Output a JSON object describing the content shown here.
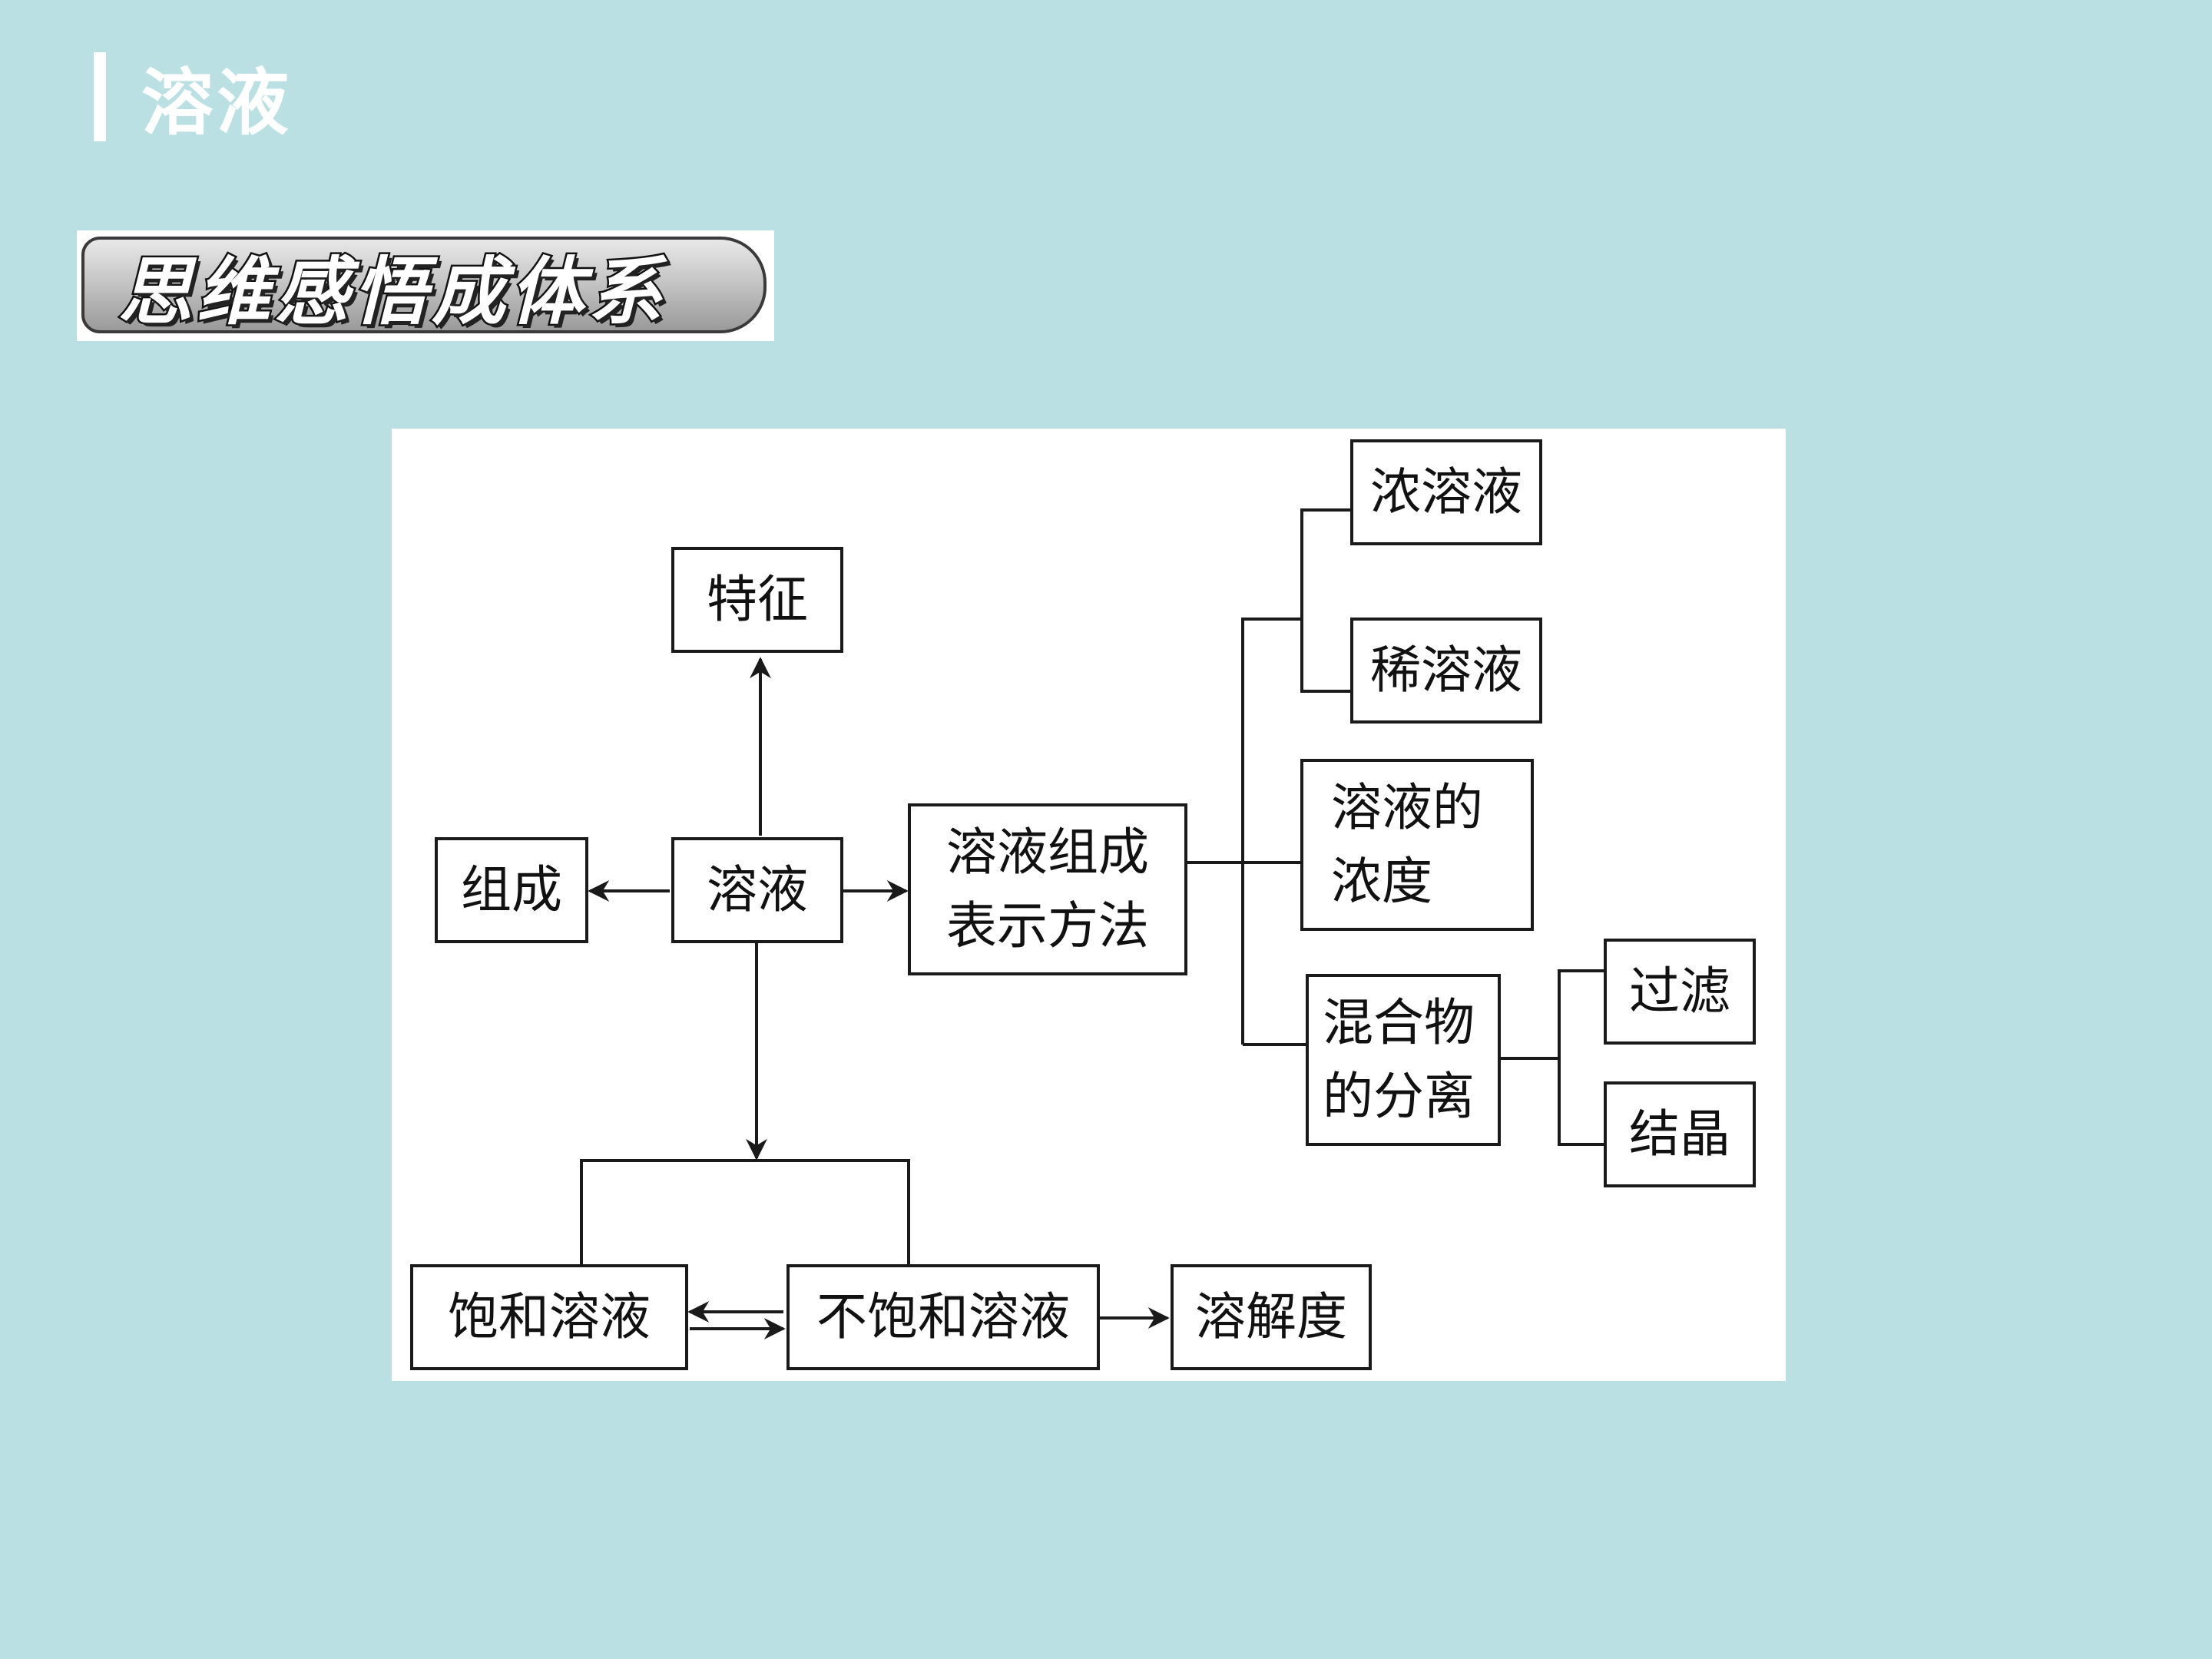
{
  "slide": {
    "title": "溶液"
  },
  "banner": {
    "text": "思维感悟成体系"
  },
  "diagram": {
    "nodes": {
      "tezheng": "特征",
      "zucheng": "组成",
      "rongye": "溶液",
      "biaoshi": "溶液组成\n表示方法",
      "nong": "浓溶液",
      "xi": "稀溶液",
      "nongdu": "溶液的\n浓度",
      "fenli": "混合物\n的分离",
      "guolv": "过滤",
      "jiejing": "结晶",
      "baohe": "饱和溶液",
      "bubaohe": "不饱和溶液",
      "rongjiedu": "溶解度"
    }
  },
  "colors": {
    "background": "#bbe0e3",
    "diagram_bg": "#ffffff",
    "line": "#1a1a1a"
  }
}
